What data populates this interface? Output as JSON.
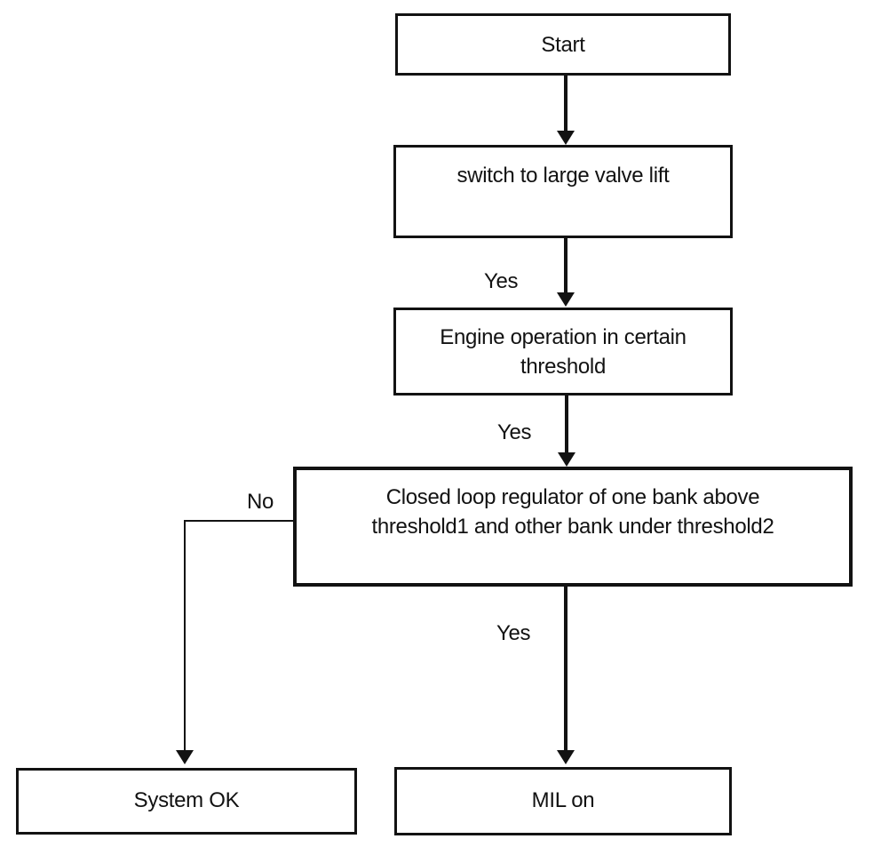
{
  "diagram": {
    "type": "flowchart",
    "background_color": "#ffffff",
    "line_color": "#121212",
    "text_color": "#121212",
    "nodes": {
      "start": {
        "lines": [
          "Start"
        ]
      },
      "switch_lift": {
        "lines": [
          "switch to large valve lift"
        ]
      },
      "engine": {
        "lines": [
          "Engine operation in certain",
          "threshold"
        ]
      },
      "closed_loop": {
        "lines": [
          "Closed loop regulator of one bank above",
          "threshold1 and other bank under threshold2"
        ]
      },
      "system_ok": {
        "lines": [
          "System OK"
        ]
      },
      "mil_on": {
        "lines": [
          "MIL on"
        ]
      }
    },
    "edge_labels": {
      "yes1": "Yes",
      "yes2": "Yes",
      "yes3": "Yes",
      "no": "No"
    },
    "edges": [
      {
        "from": "start",
        "to": "switch_lift",
        "label": ""
      },
      {
        "from": "switch_lift",
        "to": "engine",
        "label": "Yes"
      },
      {
        "from": "engine",
        "to": "closed_loop",
        "label": "Yes"
      },
      {
        "from": "closed_loop",
        "to": "mil_on",
        "label": "Yes"
      },
      {
        "from": "closed_loop",
        "to": "system_ok",
        "label": "No"
      }
    ]
  }
}
